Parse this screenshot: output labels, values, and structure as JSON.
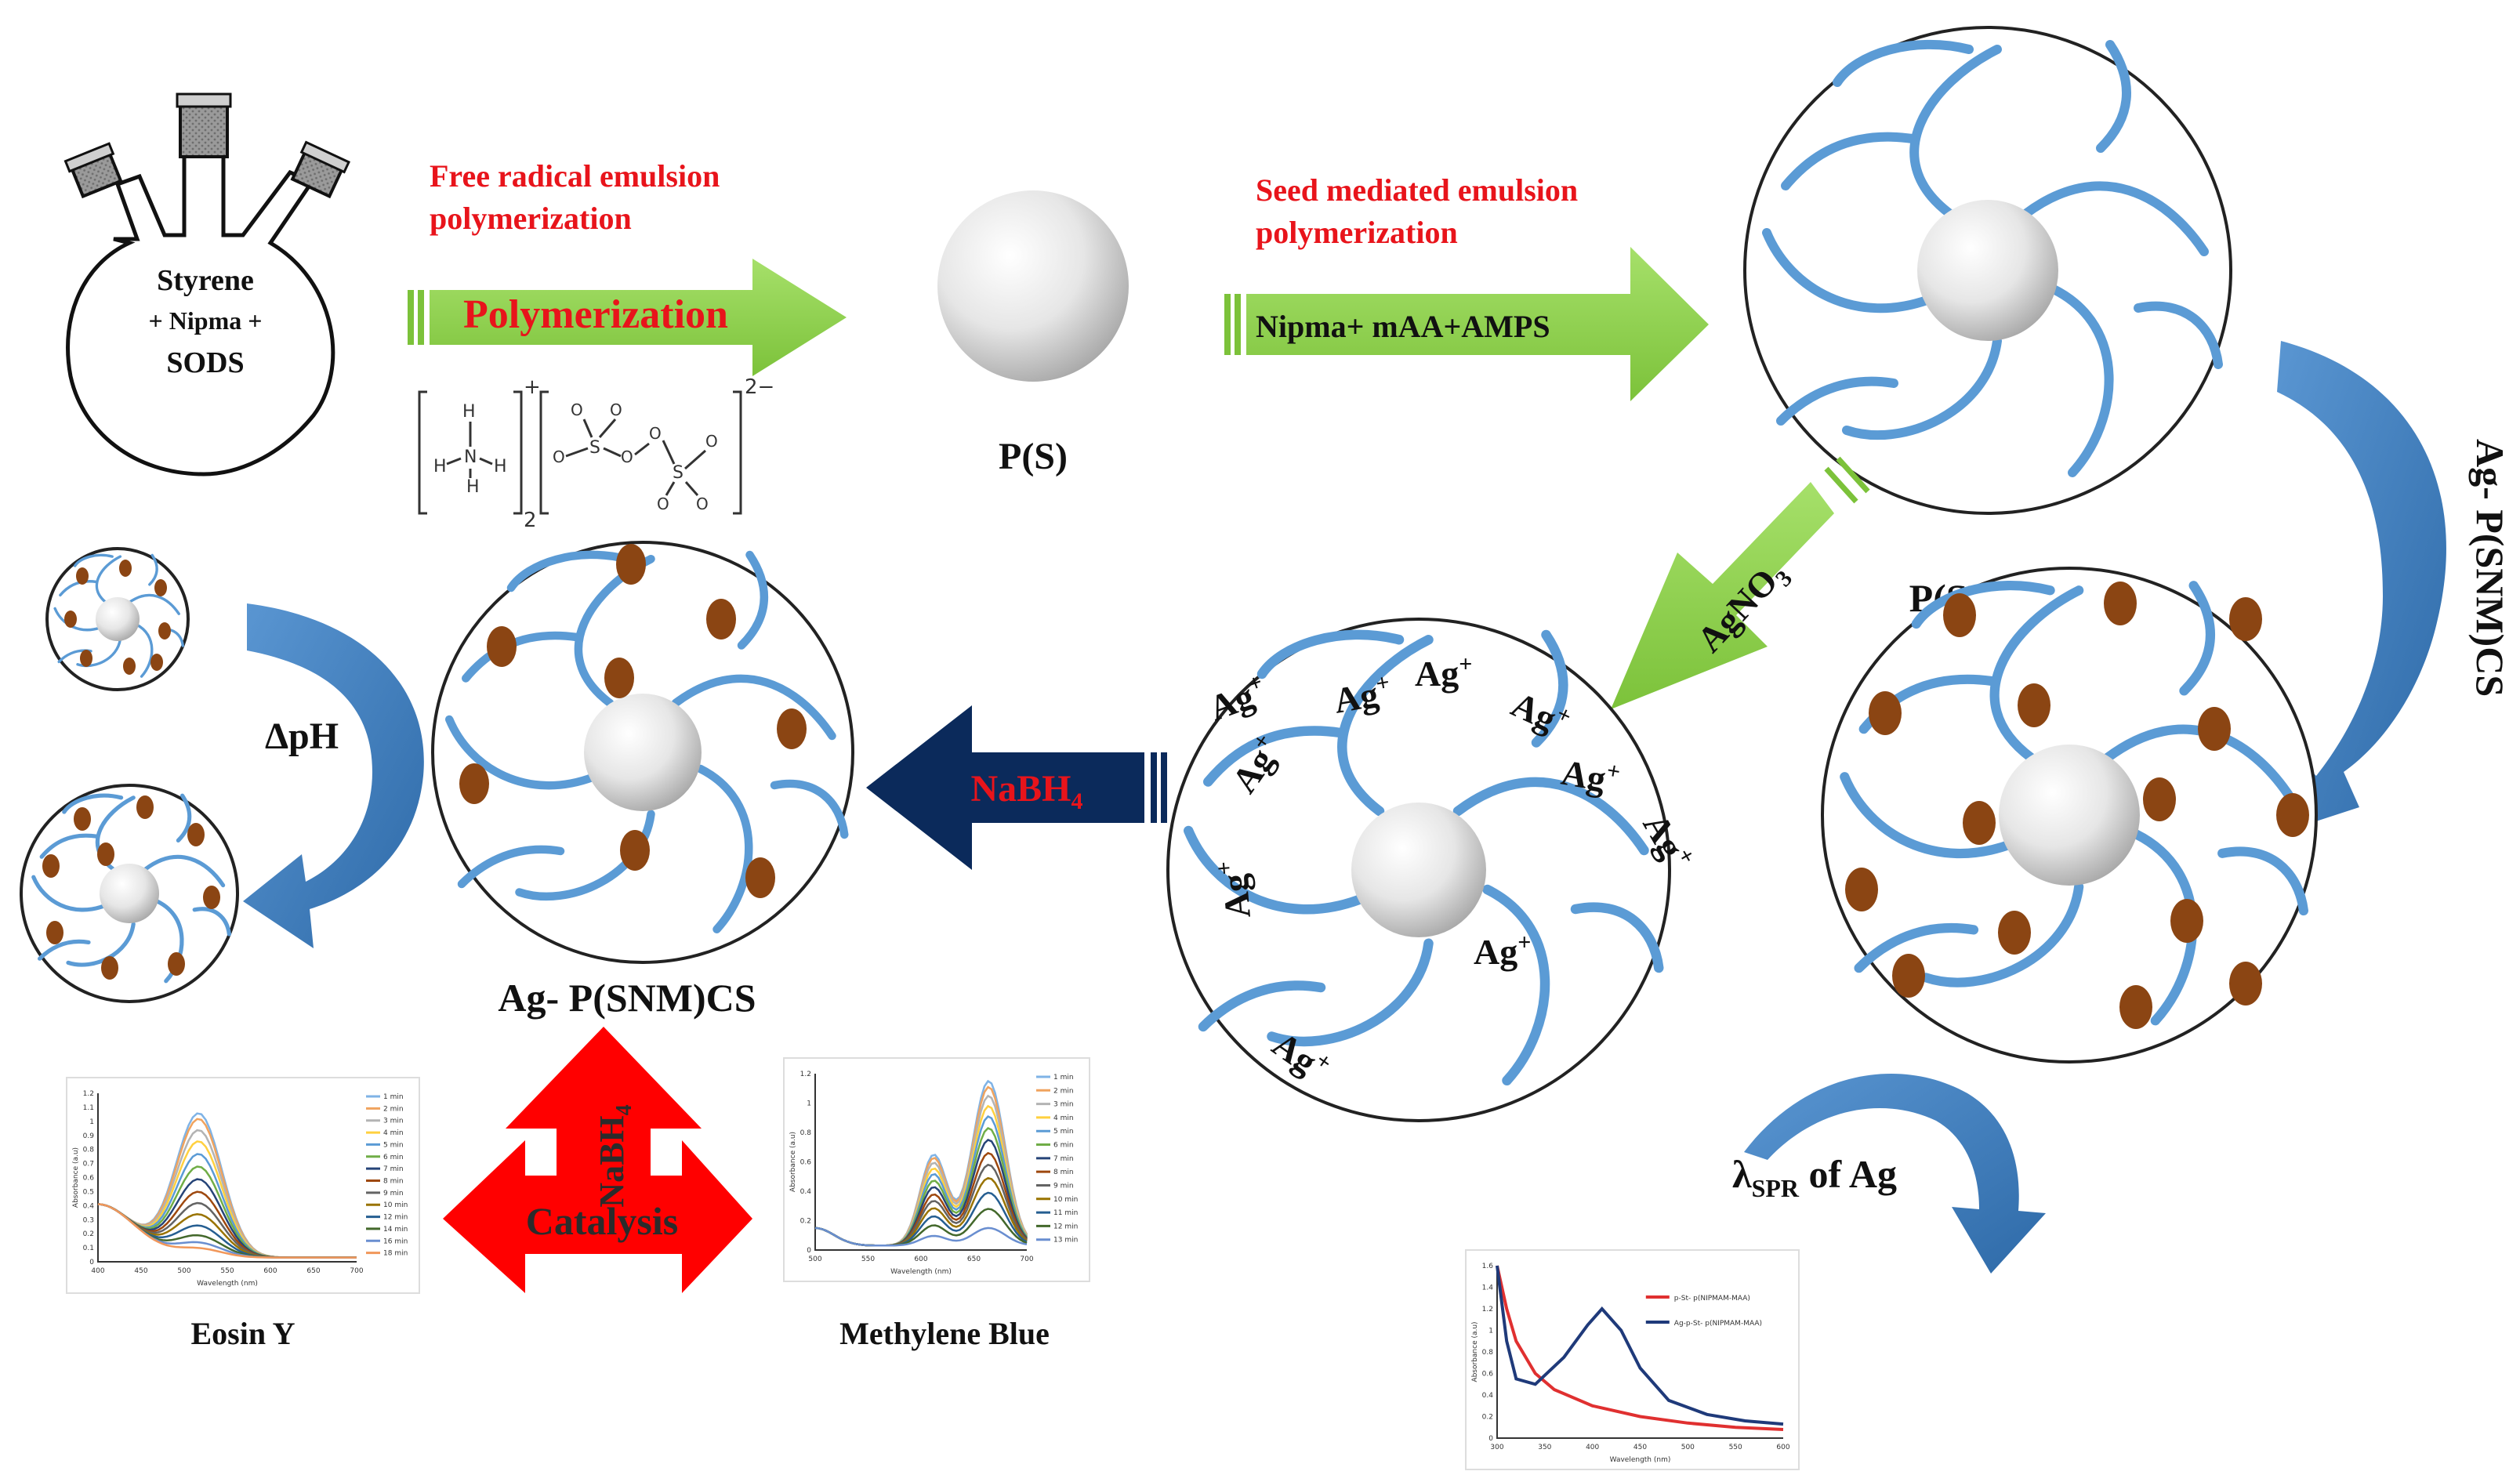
{
  "flask": {
    "line1": "Styrene",
    "line2": "+ Nipma +",
    "line3": "SODS"
  },
  "step1": {
    "label_line1": "Free radical emulsion",
    "label_line2": "polymerization",
    "arrow_text": "Polymerization",
    "structure_charges": [
      "+",
      "2−"
    ],
    "structure_subscript": "2"
  },
  "ps": {
    "label": "P(S)"
  },
  "step2": {
    "label_line1": "Seed mediated emulsion",
    "label_line2": "polymerization",
    "arrow_text": "Nipma+ mAA+AMPS"
  },
  "psnmcs": {
    "label": "P(SNM)CS"
  },
  "right_curve": {
    "label": "Ag- P(SNM)CS"
  },
  "agno3": {
    "label": "AgNO3",
    "main": "AgNO",
    "sub": "3"
  },
  "ag_ions": {
    "base": "Ag",
    "charge": "+",
    "count": 10
  },
  "nabh4_arrow": {
    "main": "NaBH",
    "sub": "4"
  },
  "agpsnmcs": {
    "label": "Ag- P(SNM)CS"
  },
  "dph": {
    "label": "ΔpH"
  },
  "spr": {
    "main": "λ",
    "sub": "SPR",
    "rest": " of Ag"
  },
  "catalysis": {
    "label": "Catalysis",
    "nabh4_main": "NaBH",
    "nabh4_sub": "4"
  },
  "colors": {
    "green_arrow": "#8fd14f",
    "navy_arrow": "#0b2a5b",
    "red_arrow": "#ff0000",
    "curve_blue": "#3f7fbf",
    "chain_blue": "#5b9bd5",
    "np_brown": "#8b4513",
    "label_red": "#e8141b"
  },
  "chart_data": [
    {
      "type": "line",
      "name_label": "Eosin Y",
      "xlabel": "Wavelength (nm)",
      "ylabel": "Absorbance (a.u)",
      "xlim": [
        400,
        700
      ],
      "ylim": [
        0,
        1.2
      ],
      "xticks": [
        400,
        450,
        500,
        550,
        600,
        650,
        700
      ],
      "yticks": [
        0,
        0.1,
        0.2,
        0.3,
        0.4,
        0.5,
        0.6,
        0.7,
        0.8,
        0.9,
        1,
        1.1,
        1.2
      ],
      "legend": [
        "1 min",
        "2 min",
        "3 min",
        "4 min",
        "5 min",
        "6 min",
        "7 min",
        "8 min",
        "9 min",
        "10 min",
        "12 min",
        "14 min",
        "16 min",
        "18 min"
      ],
      "peak_x": 517,
      "peak_values": [
        1.02,
        0.98,
        0.9,
        0.82,
        0.73,
        0.64,
        0.55,
        0.46,
        0.38,
        0.3,
        0.22,
        0.15,
        0.1,
        0.06
      ],
      "baseline": 0.38
    },
    {
      "type": "line",
      "name_label": "Methylene Blue",
      "xlabel": "Wavelength (nm)",
      "ylabel": "Absorbance (a.u)",
      "xlim": [
        500,
        700
      ],
      "ylim": [
        0,
        1.2
      ],
      "xticks": [
        500,
        550,
        600,
        650,
        700
      ],
      "yticks": [
        0,
        0.2,
        0.4,
        0.6,
        0.8,
        1,
        1.2
      ],
      "legend": [
        "1 min",
        "2 min",
        "3 min",
        "4 min",
        "5 min",
        "6 min",
        "7 min",
        "8 min",
        "9 min",
        "10 min",
        "11 min",
        "12 min",
        "13 min"
      ],
      "peak_x": 664,
      "peak_values": [
        1.12,
        1.08,
        1.02,
        0.95,
        0.88,
        0.8,
        0.72,
        0.63,
        0.55,
        0.46,
        0.36,
        0.25,
        0.12
      ],
      "baseline": 0.12
    },
    {
      "type": "line",
      "name_label": "",
      "xlabel": "Wavelength (nm)",
      "ylabel": "Absorbance (a.u)",
      "xlim": [
        300,
        600
      ],
      "ylim": [
        0,
        1.6
      ],
      "xticks": [
        300,
        350,
        400,
        450,
        500,
        550,
        600
      ],
      "yticks": [
        0,
        0.2,
        0.4,
        0.6,
        0.8,
        1,
        1.2,
        1.4,
        1.6
      ],
      "series": [
        {
          "name": "p-St- p(NIPMAM-MAA)",
          "color": "#e03030",
          "points": [
            [
              300,
              1.6
            ],
            [
              310,
              1.2
            ],
            [
              320,
              0.9
            ],
            [
              340,
              0.6
            ],
            [
              360,
              0.45
            ],
            [
              400,
              0.3
            ],
            [
              450,
              0.2
            ],
            [
              500,
              0.14
            ],
            [
              550,
              0.1
            ],
            [
              600,
              0.08
            ]
          ]
        },
        {
          "name": "Ag-p-St- p(NIPMAM-MAA)",
          "color": "#1f3a7a",
          "points": [
            [
              300,
              1.6
            ],
            [
              310,
              0.9
            ],
            [
              320,
              0.55
            ],
            [
              340,
              0.5
            ],
            [
              370,
              0.75
            ],
            [
              395,
              1.05
            ],
            [
              410,
              1.2
            ],
            [
              430,
              1.0
            ],
            [
              450,
              0.65
            ],
            [
              480,
              0.35
            ],
            [
              520,
              0.22
            ],
            [
              560,
              0.16
            ],
            [
              600,
              0.13
            ]
          ]
        }
      ]
    }
  ]
}
